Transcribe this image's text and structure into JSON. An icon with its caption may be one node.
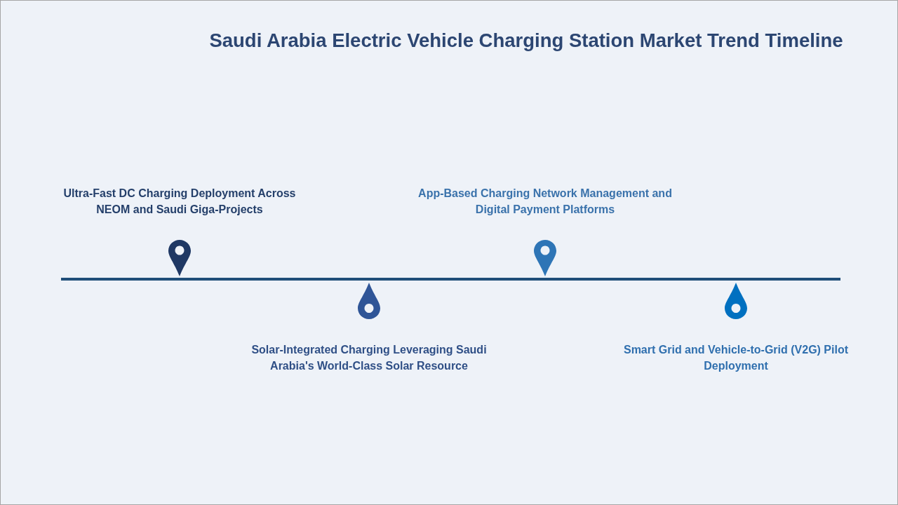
{
  "diagram": {
    "title": "Saudi Arabia Electric Vehicle Charging Station Market Trend Timeline",
    "labels": [
      "Ultra-Fast DC Charging Deployment Across NEOM and Saudi Giga-Projects",
      "Solar-Integrated Charging Leveraging Saudi Arabia's World-Class Solar Resource",
      "App-Based Charging Network Management and Digital Payment Platforms",
      "Smart Grid and Vehicle-to-Grid (V2G) Pilot Deployment"
    ]
  }
}
